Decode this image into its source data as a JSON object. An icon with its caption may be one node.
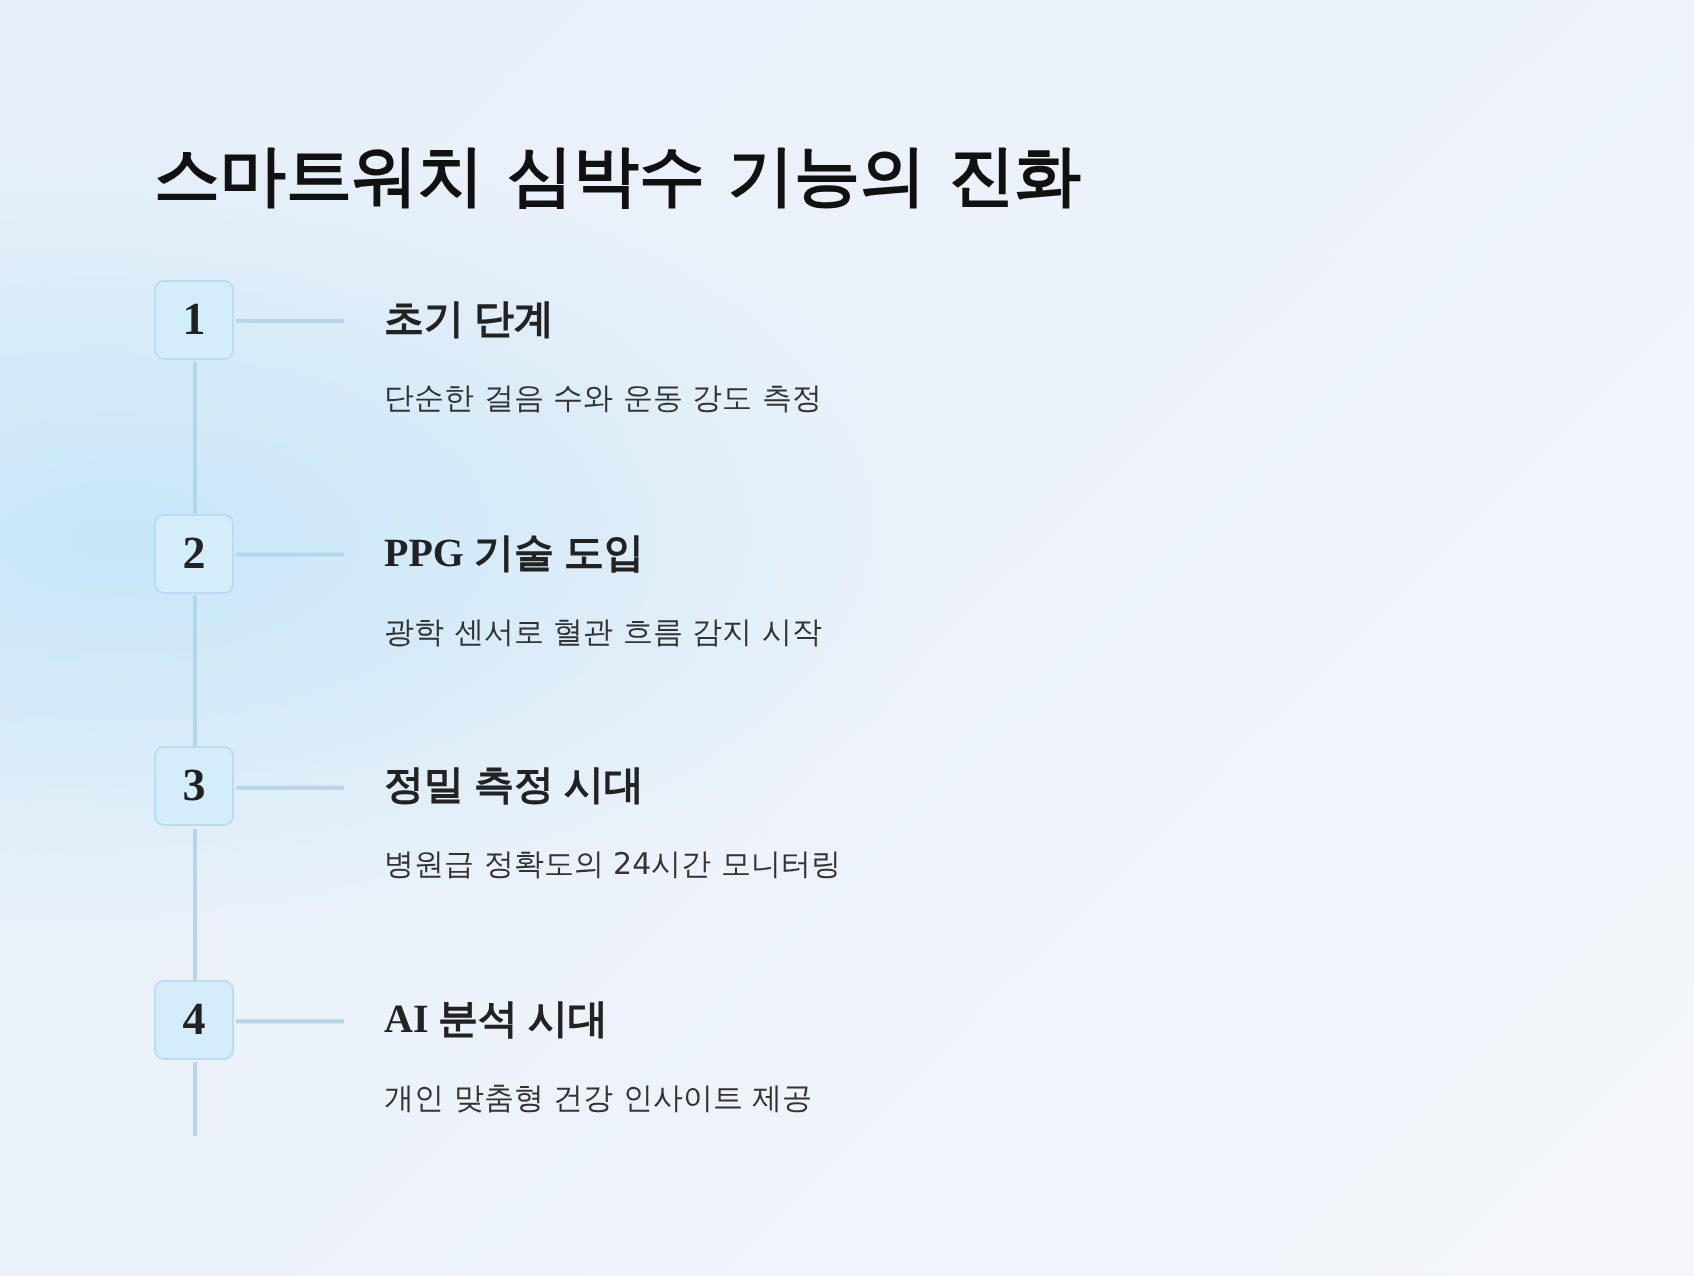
{
  "diagram": {
    "title": "스마트워치 심박수 기능의 진화",
    "nodes": [
      {
        "text": [
          "1"
        ]
      },
      {
        "text": [
          "초기 단계",
          "단순한 걸음 수와 운동 강도 측정"
        ]
      },
      {
        "text": [
          "2"
        ]
      },
      {
        "text": [
          "PPG 기술 도입",
          "광학 센서로 혈관 흐름 감지 시작"
        ]
      },
      {
        "text": [
          "3"
        ]
      },
      {
        "text": [
          "정밀 측정 시대",
          "병원급 정확도의 24시간 모니터링"
        ]
      },
      {
        "text": [
          "4"
        ]
      },
      {
        "text": [
          "AI 분석 시대",
          "개인 맞춤형 건강 인사이트 제공"
        ]
      }
    ],
    "edges": [
      {
        "from": 0,
        "to": 1,
        "arrow": "none"
      },
      {
        "from": 0,
        "to": 2,
        "arrow": "none"
      },
      {
        "from": 2,
        "to": 3,
        "arrow": "none"
      },
      {
        "from": 2,
        "to": 4,
        "arrow": "none"
      },
      {
        "from": 4,
        "to": 5,
        "arrow": "none"
      },
      {
        "from": 4,
        "to": 6,
        "arrow": "none"
      },
      {
        "from": 6,
        "to": 7,
        "arrow": "none"
      },
      {
        "from": 6,
        "to": null,
        "arrow": "none"
      }
    ]
  }
}
